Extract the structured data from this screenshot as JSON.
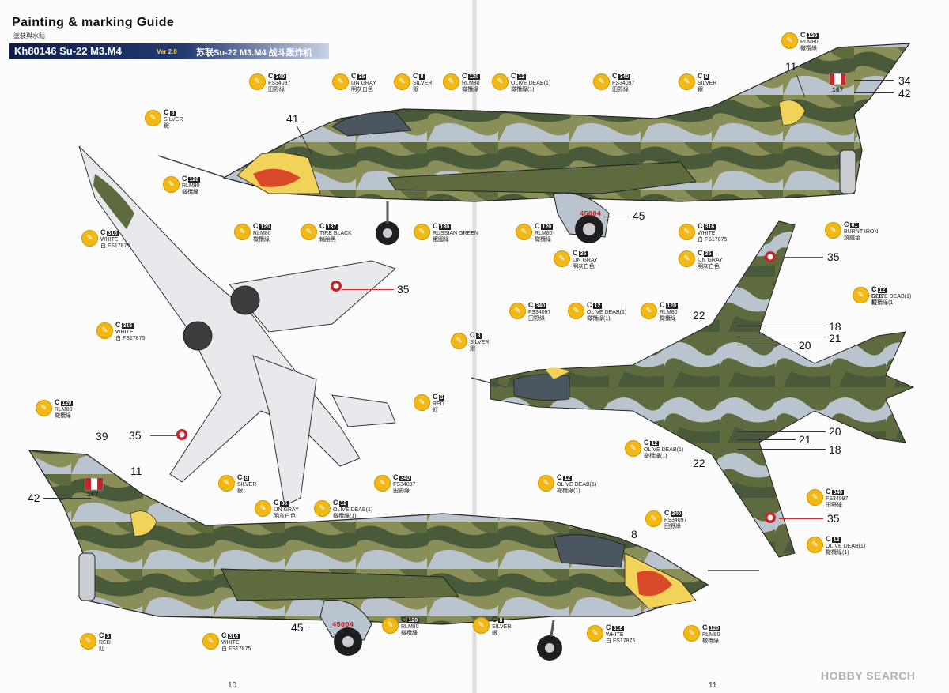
{
  "guide": {
    "title": "Painting & marking Guide",
    "subtitle": "塗裝與水貼",
    "kit_code": "Kh80146 Su-22 M3.M4",
    "version": "Ver 2.0",
    "title_cn": "苏联Su-22 M3.M4 战斗轰炸机"
  },
  "page_numbers": {
    "left": "10",
    "right": "11"
  },
  "watermark": "HOBBY SEARCH",
  "serial_marking": "45004",
  "tail_number": "167",
  "colors": {
    "olive_drab": "#5d6b3f",
    "field_green": "#8a8f5a",
    "ijn_gray": "#b9c4cf",
    "rlm80": "#485a3a",
    "white": "#f2f2f2",
    "silver": "#c9ccd0",
    "tire_black": "#1e1e1e",
    "russian_green": "#3f4c2b",
    "burnt_iron": "#5b5047",
    "red": "#c8262b",
    "accent_yellow": "#f2b814",
    "banner_navy": "#0e1d47"
  },
  "callouts": [
    {
      "code": "C",
      "num": "120",
      "name": "RLM80",
      "cn": "橄欖綠"
    },
    {
      "code": "C",
      "num": "340",
      "name": "FS34097",
      "cn": "田野綠"
    },
    {
      "code": "C",
      "num": "35",
      "name": "IJN GRAY",
      "cn": "明灰白色"
    },
    {
      "code": "C",
      "num": "8",
      "name": "SILVER",
      "cn": "銀"
    },
    {
      "code": "C",
      "num": "120",
      "name": "RLM80",
      "cn": "橄欖綠"
    },
    {
      "code": "C",
      "num": "12",
      "name": "OLIVE DEAB(1)",
      "cn": "橄欖綠(1)"
    },
    {
      "code": "C",
      "num": "340",
      "name": "FS34097",
      "cn": "田野綠"
    },
    {
      "code": "C",
      "num": "8",
      "name": "SILVER",
      "cn": "銀"
    },
    {
      "code": "C",
      "num": "8",
      "name": "SILVER",
      "cn": "銀"
    },
    {
      "code": "C",
      "num": "120",
      "name": "RLM80",
      "cn": "橄欖綠"
    },
    {
      "code": "C",
      "num": "316",
      "name": "WHITE",
      "cn": "白 FS17875"
    },
    {
      "code": "C",
      "num": "120",
      "name": "RLM80",
      "cn": "橄欖綠"
    },
    {
      "code": "C",
      "num": "137",
      "name": "TIRE BLACK",
      "cn": "輪胎黑"
    },
    {
      "code": "C",
      "num": "130",
      "name": "RUSSIAN GREEN",
      "cn": "俄國綠"
    },
    {
      "code": "C",
      "num": "120",
      "name": "RLM80",
      "cn": "橄欖綠"
    },
    {
      "code": "C",
      "num": "316",
      "name": "WHITE",
      "cn": "白 FS17875"
    },
    {
      "code": "C",
      "num": "61",
      "name": "BURNT IRON",
      "cn": "燒鐵色"
    },
    {
      "code": "C",
      "num": "35",
      "name": "IJN GRAY",
      "cn": "明灰白色"
    },
    {
      "code": "C",
      "num": "35",
      "name": "IJN GRAY",
      "cn": "明灰白色"
    },
    {
      "code": "C",
      "num": "316",
      "name": "WHITE",
      "cn": "白 FS17875"
    },
    {
      "code": "C",
      "num": "3",
      "name": "RED",
      "cn": "紅"
    },
    {
      "code": "C",
      "num": "340",
      "name": "FS34097",
      "cn": "田野綠"
    },
    {
      "code": "C",
      "num": "12",
      "name": "OLIVE DEAB(1)",
      "cn": "橄欖綠(1)"
    },
    {
      "code": "C",
      "num": "120",
      "name": "RLM80",
      "cn": "橄欖綠"
    },
    {
      "code": "C",
      "num": "8",
      "name": "SILVER",
      "cn": "銀"
    },
    {
      "code": "C",
      "num": "3",
      "name": "RED",
      "cn": "紅"
    },
    {
      "code": "C",
      "num": "120",
      "name": "RLM80",
      "cn": "橄欖綠"
    },
    {
      "code": "C",
      "num": "12",
      "name": "OLIVE DEAB(1)",
      "cn": "橄欖綠(1)"
    },
    {
      "code": "C",
      "num": "8",
      "name": "SILVER",
      "cn": "銀"
    },
    {
      "code": "C",
      "num": "35",
      "name": "IJN GRAY",
      "cn": "明灰白色"
    },
    {
      "code": "C",
      "num": "12",
      "name": "OLIVE DEAB(1)",
      "cn": "橄欖綠(1)"
    },
    {
      "code": "C",
      "num": "340",
      "name": "FS34097",
      "cn": "田野綠"
    },
    {
      "code": "C",
      "num": "12",
      "name": "OLIVE DEAB(1)",
      "cn": "橄欖綠(1)"
    },
    {
      "code": "C",
      "num": "340",
      "name": "FS34097",
      "cn": "田野綠"
    },
    {
      "code": "C",
      "num": "340",
      "name": "FS34097",
      "cn": "田野綠"
    },
    {
      "code": "C",
      "num": "12",
      "name": "OLIVE DEAB(1)",
      "cn": "橄欖綠(1)"
    },
    {
      "code": "C",
      "num": "3",
      "name": "RED",
      "cn": "紅"
    },
    {
      "code": "C",
      "num": "316",
      "name": "WHITE",
      "cn": "白 FS17875"
    },
    {
      "code": "C",
      "num": "120",
      "name": "RLM80",
      "cn": "橄欖綠"
    },
    {
      "code": "C",
      "num": "8",
      "name": "SILVER",
      "cn": "銀"
    },
    {
      "code": "C",
      "num": "316",
      "name": "WHITE",
      "cn": "白 FS17875"
    },
    {
      "code": "C",
      "num": "120",
      "name": "RLM80",
      "cn": "橄欖綠"
    },
    {
      "code": "C",
      "num": "12",
      "name": "OLIVE DEAB(1)",
      "cn": "橄欖綠(1)"
    }
  ],
  "decal_numbers": [
    "41",
    "11",
    "34",
    "42",
    "45",
    "35",
    "22",
    "18",
    "21",
    "20",
    "20",
    "21",
    "18",
    "22",
    "35",
    "35",
    "39",
    "11",
    "42",
    "35",
    "8",
    "45"
  ]
}
